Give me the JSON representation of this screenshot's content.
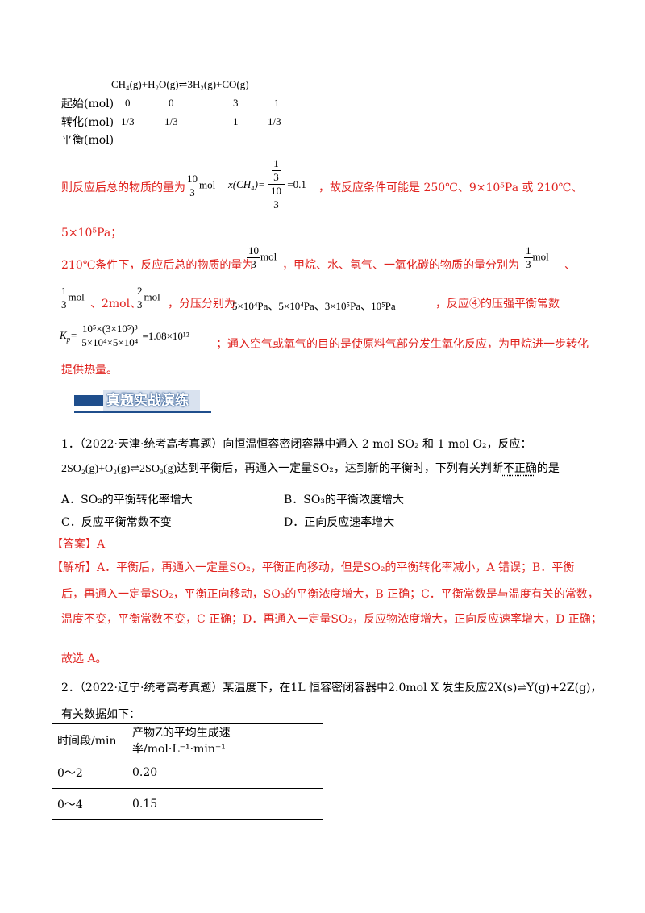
{
  "calc_table": {
    "equation": "CH₄(g)+H₂O(g)⇌3H₂(g)+CO(g)",
    "rows": [
      {
        "label": "起始(mol)",
        "values": [
          "0",
          "0",
          "3",
          "1"
        ]
      },
      {
        "label": "转化(mol)",
        "values": [
          "1/3",
          "1/3",
          "1",
          "1/3"
        ]
      },
      {
        "label": "平衡(mol)",
        "values": [
          "",
          "",
          "",
          ""
        ]
      }
    ]
  },
  "analysis": {
    "line1_prefix": "则反应后总的物质的量为",
    "total_num": "10",
    "total_den": "3",
    "unit_mol": "mol",
    "x_expr": "x(CH₄)=",
    "x_num_num": "1",
    "x_num_den": "3",
    "x_den_num": "10",
    "x_den_den": "3",
    "x_result": "=0.1",
    "line1_suffix": "，故反应条件可能是 250℃、9×10⁵Pa 或 210℃、",
    "line2": "5×10⁵Pa；",
    "line3_prefix": "210℃条件下，反应后总的物质的量为",
    "line3_mid": "，甲烷、水、氢气、一氧化碳的物质的量分别为",
    "frac_one": "1",
    "line4_part1": "、2mol、",
    "frac_two": "2",
    "line4_part2": "，分压分别为",
    "pressures": "5×10⁴Pa、5×10⁴Pa、3×10⁵Pa、10⁵Pa",
    "line4_suffix": "，反应④的压强平衡常数",
    "kp_label": "K",
    "kp_sub": "p",
    "kp_num": "10⁵×(3×10⁵)³",
    "kp_den": "5×10⁴×5×10⁴",
    "kp_result": "=1.08×10¹²",
    "line5_suffix": "；通入空气或氧气的目的是使原料气部分发生氧化反应，为甲烷进一步转化",
    "line6": "提供热量。"
  },
  "section_title": "真题实战演练",
  "q1": {
    "stem": "1．（2022·天津·统考高考真题）向恒温恒容密闭容器中通入 2 mol SO₂ 和 1 mol O₂，反应：",
    "eq_line_prefix": "2SO₂(g)+O₂(g)⇌2SO₃(g)",
    "eq_line_text": "达到平衡后，再通入一定量SO₂，达到新的平衡时，下列有关判断",
    "emph": "不正确",
    "eq_line_end": "的是",
    "options": [
      {
        "label": "A．",
        "text": "SO₂的平衡转化率增大"
      },
      {
        "label": "B．",
        "text": "SO₃的平衡浓度增大"
      },
      {
        "label": "C．",
        "text": "反应平衡常数不变"
      },
      {
        "label": "D．",
        "text": "正向反应速率增大"
      }
    ],
    "answer_tag": "【答案】",
    "answer": "A",
    "explain_tag": "【解析】",
    "explain_l1": "A．平衡后，再通入一定量SO₂，平衡正向移动，但是SO₂的平衡转化率减小，A 错误；B．平衡",
    "explain_l2": "后，再通入一定量SO₂，平衡正向移动，SO₃的平衡浓度增大，B 正确；C．平衡常数是与温度有关的常数，",
    "explain_l3": "温度不变，平衡常数不变，C 正确；D．再通入一定量SO₂，反应物浓度增大，正向反应速率增大，D 正确；",
    "explain_l4": "故选 A。"
  },
  "q2": {
    "stem": "2．（2022·辽宁·统考高考真题）某温度下，在1L 恒容密闭容器中2.0mol X 发生反应2X(s)⇌Y(g)+2Z(g)，",
    "stem2": "有关数据如下：",
    "table_headers": [
      "时间段/min",
      "产物Z的平均生成速率/mol·L⁻¹·min⁻¹"
    ],
    "table_rows": [
      [
        "0～2",
        "0.20"
      ],
      [
        "0～4",
        "0.15"
      ]
    ]
  }
}
